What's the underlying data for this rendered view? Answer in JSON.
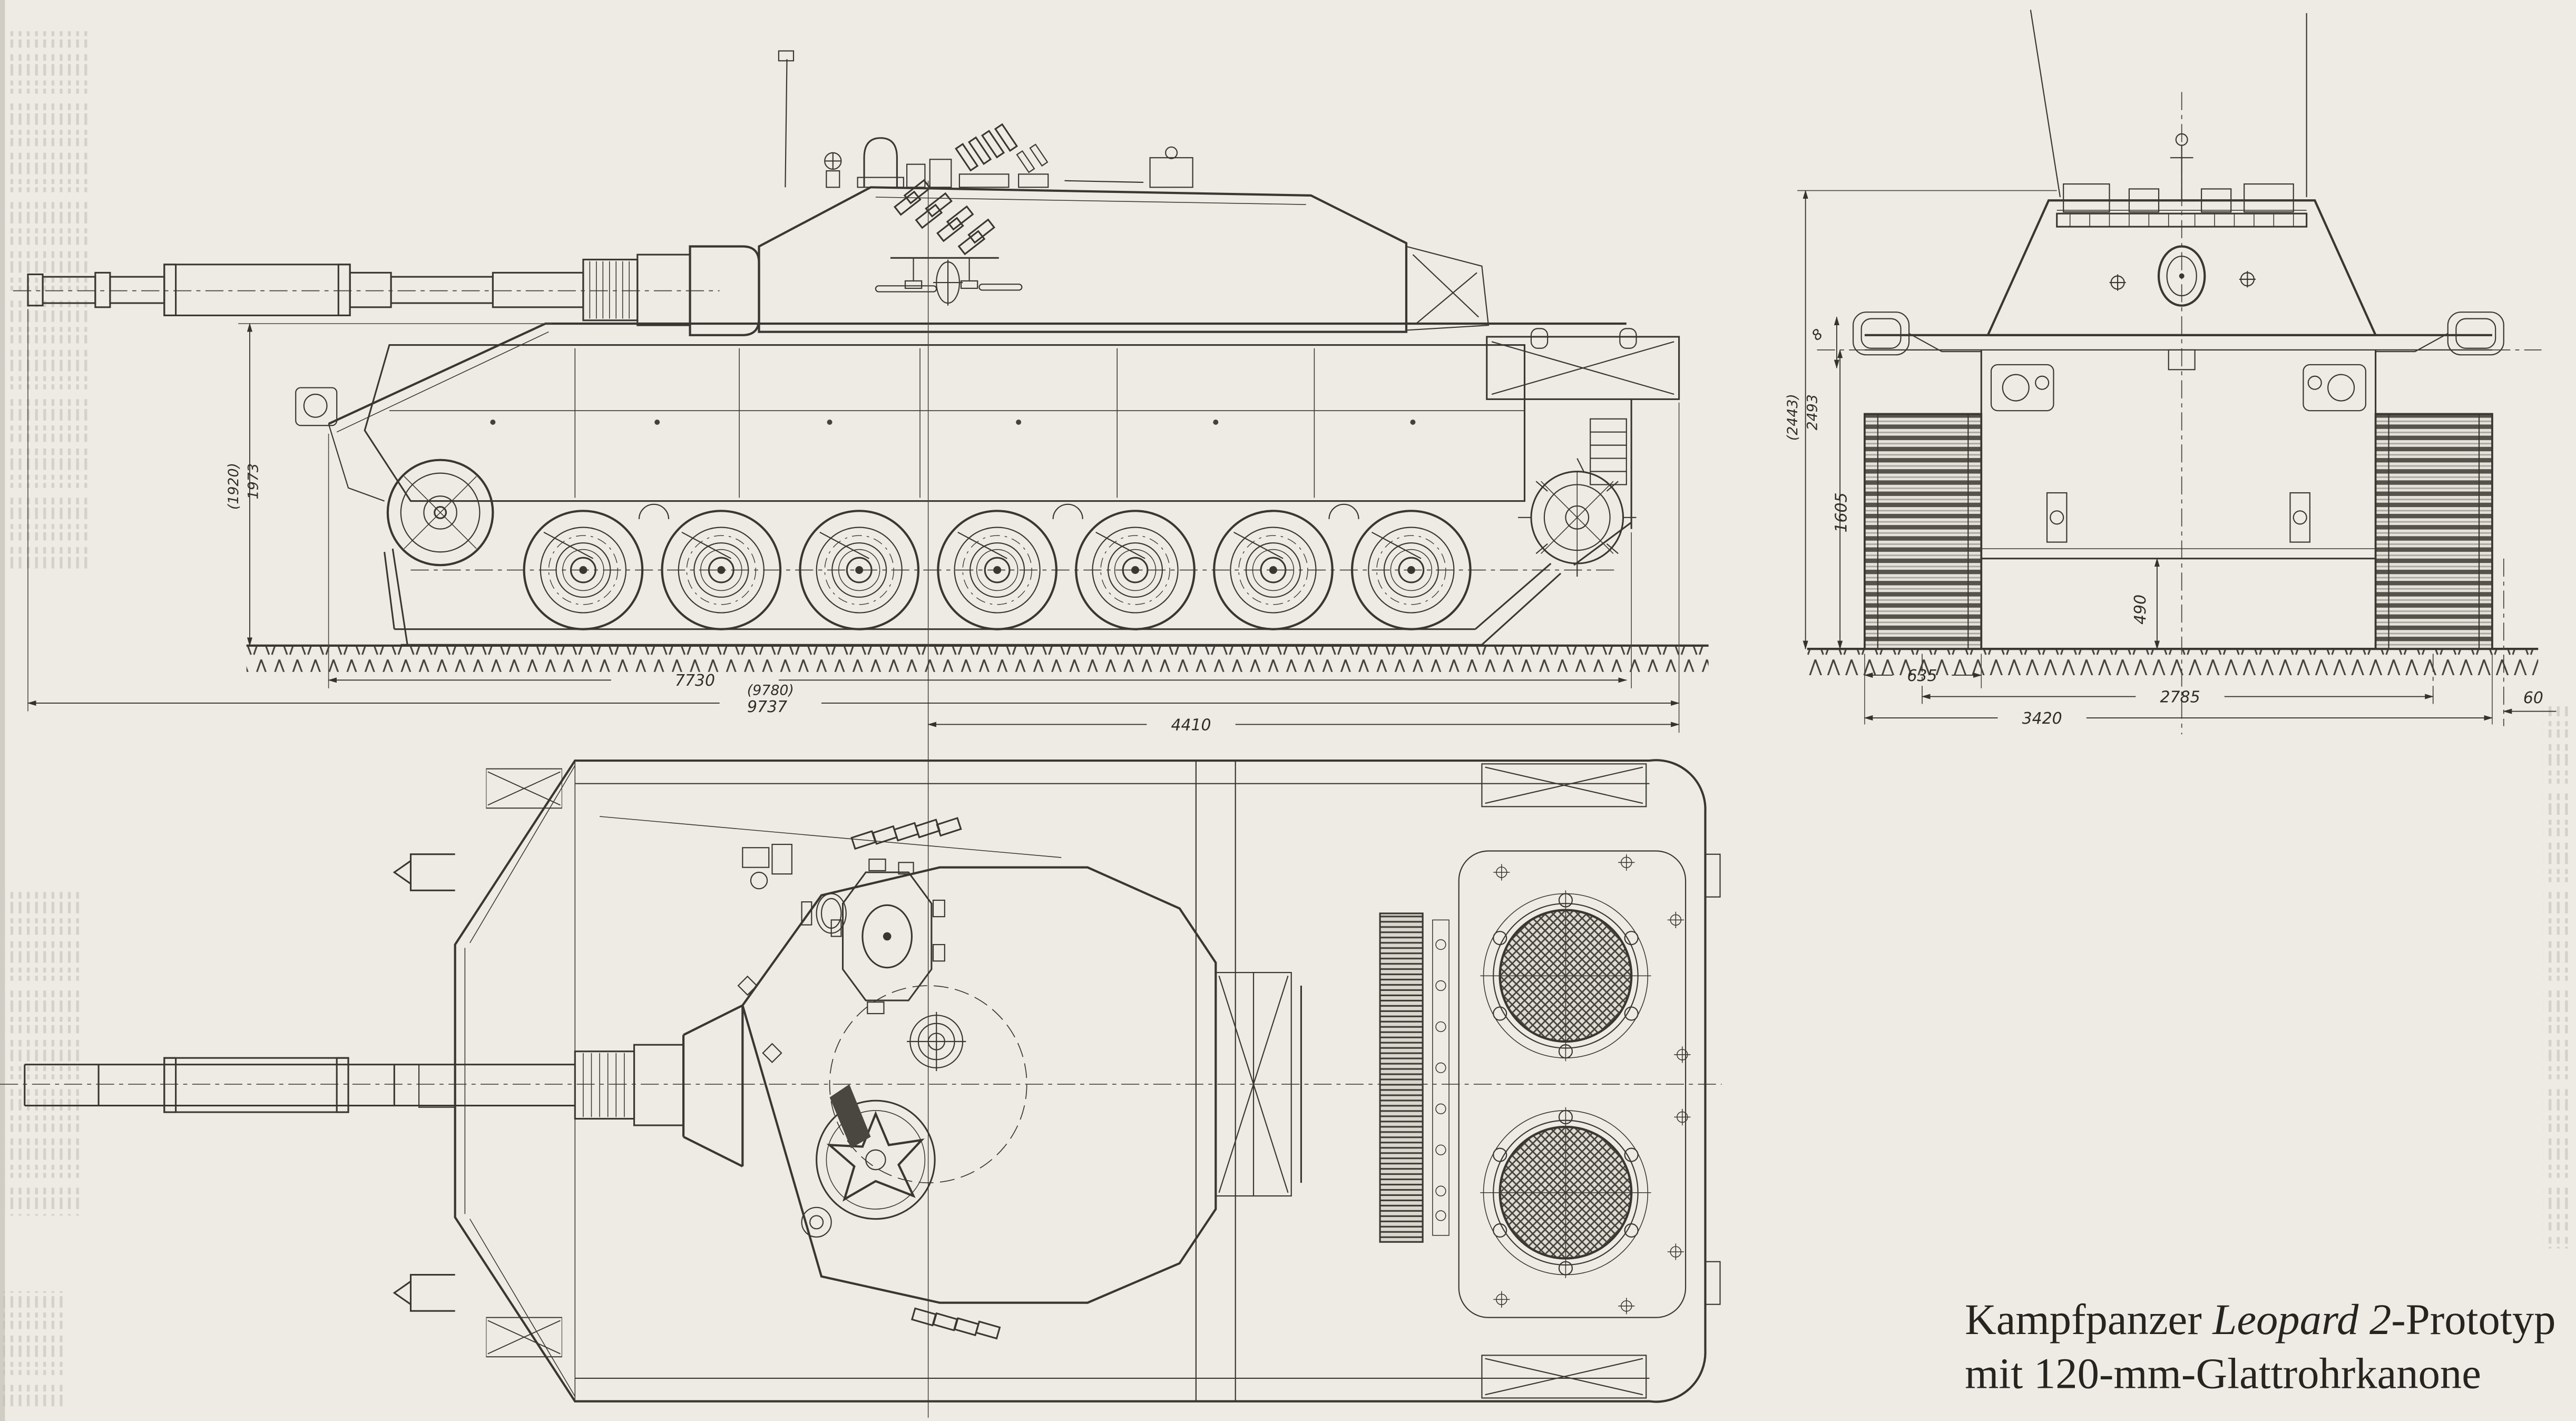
{
  "caption": {
    "part1": "Kampfpanzer ",
    "part2": "Leopard 2",
    "part3": "-Prototyp",
    "line2": "mit 120-mm-Glattrohrkanone"
  },
  "dimensions": {
    "side_view": {
      "height_alt": "(1920)",
      "height": "1973",
      "hull_length": "7730",
      "overall_length_alt": "(9780)",
      "overall_length": "9737",
      "turret_center_to_rear": "4410"
    },
    "front_view": {
      "overall_height_alt": "(2443)",
      "overall_height": "2493",
      "secondary_height": "1605",
      "mirror_dim": "8",
      "ground_clearance": "490",
      "track_width": "635",
      "track_center_distance": "2785",
      "overall_width": "3420",
      "edge_offset": "60"
    }
  },
  "colors": {
    "paper": "#edebe3",
    "ink": "#3a3732"
  }
}
